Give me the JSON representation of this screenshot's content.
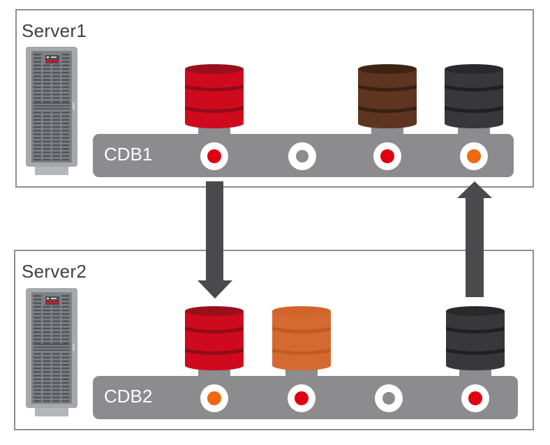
{
  "diagram": {
    "servers": [
      {
        "label": "Server1",
        "cdb": {
          "label": "CDB1",
          "slots": [
            {
              "state": "plugged",
              "dot_color": "#e00010",
              "pdb_color": "red"
            },
            {
              "state": "empty",
              "dot_color": "#8c8b8e",
              "pdb_color": null
            },
            {
              "state": "plugged",
              "dot_color": "#e00010",
              "pdb_color": "brown"
            },
            {
              "state": "plugged",
              "dot_color": "#ee6a10",
              "pdb_color": "black"
            }
          ]
        }
      },
      {
        "label": "Server2",
        "cdb": {
          "label": "CDB2",
          "slots": [
            {
              "state": "plugged",
              "dot_color": "#ee6a10",
              "pdb_color": "red"
            },
            {
              "state": "plugged",
              "dot_color": "#e00010",
              "pdb_color": "orange"
            },
            {
              "state": "empty",
              "dot_color": "#8c8b8e",
              "pdb_color": null
            },
            {
              "state": "plugged",
              "dot_color": "#e00010",
              "pdb_color": "black"
            }
          ]
        }
      }
    ],
    "arrows": [
      {
        "direction": "down",
        "from": "CDB1",
        "to": "CDB2",
        "meaning": "red PDB relocated from CDB1 to CDB2"
      },
      {
        "direction": "up",
        "from": "CDB2",
        "to": "CDB1",
        "meaning": "black PDB relocated from CDB2 to CDB1"
      }
    ],
    "colors": {
      "red": {
        "top": "#9a0f1c",
        "body": "#cf0a1e",
        "band": "#8f0c18"
      },
      "brown": {
        "top": "#3f2314",
        "body": "#5e3520",
        "band": "#3a2012"
      },
      "black": {
        "top": "#29282b",
        "body": "#38373a",
        "band": "#201f22"
      },
      "orange": {
        "top": "#cf6528",
        "body": "#d46a32",
        "band": "#c25a22"
      },
      "bar": "#8c8b8e",
      "arrow": "#4a494c",
      "border": "#8e8e90"
    }
  }
}
